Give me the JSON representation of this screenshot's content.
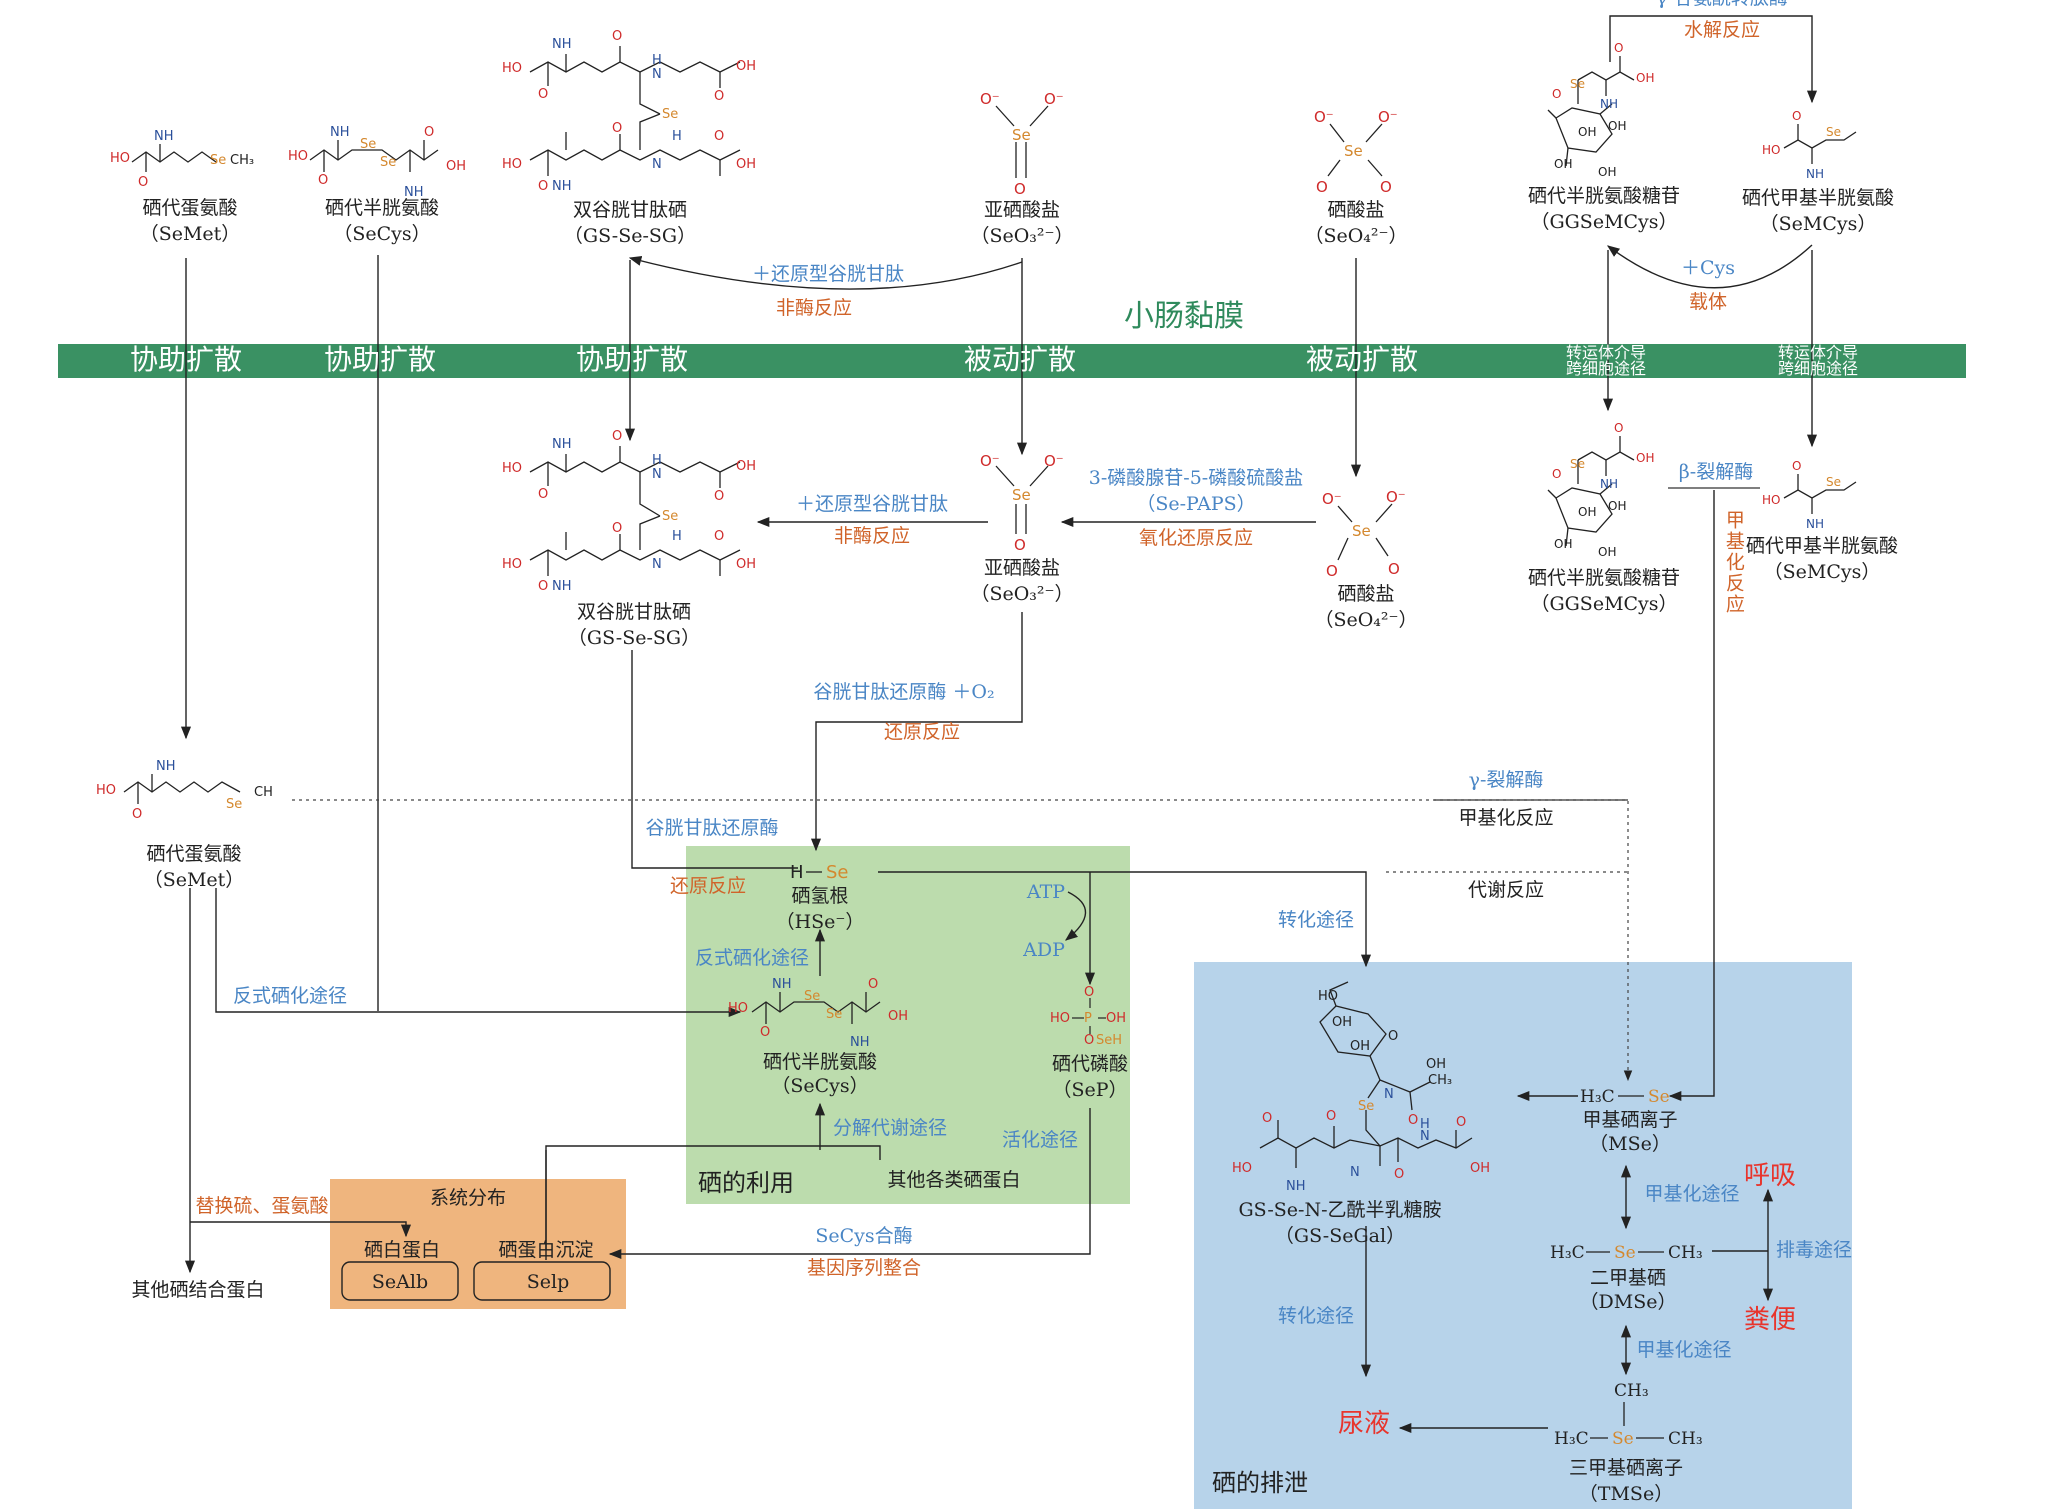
{
  "colors": {
    "band": "#3a9163",
    "utilization_box": "#bcdcad",
    "excretion_box": "#b7d3ea",
    "distribution_box": "#efb57e",
    "blue_text": "#4a86c5",
    "orange_text": "#d0642a",
    "red_text": "#e8342c",
    "selenium": "#d4882e"
  },
  "top": {
    "semet_name": "硒代蛋氨酸",
    "semet_abbr": "（SeMet）",
    "secys_name": "硒代半胱氨酸",
    "secys_abbr": "（SeCys）",
    "gsseg_name": "双谷胱甘肽硒",
    "gsseg_abbr": "（GS-Se-SG）",
    "selenite_name": "亚硒酸盐",
    "selenite_abbr": "（SeO₃²⁻）",
    "selenate_name": "硒酸盐",
    "selenate_abbr": "（SeO₄²⁻）",
    "gamma_enzyme": "γ-谷氨酰转肽酶",
    "hydrolysis": "水解反应",
    "ggsemcys_name": "硒代半胱氨酸糖苷",
    "ggsemcys_abbr": "（GGSeMCys）",
    "semcys_name": "硒代甲基半胱氨酸",
    "semcys_abbr": "（SeMCys）",
    "plus_gsh": "＋还原型谷胱甘肽",
    "non_enzymatic": "非酶反应",
    "plus_cys": "＋Cys",
    "carrier": "载体"
  },
  "band": {
    "title": "小肠黏膜",
    "facilitated_1": "协助扩散",
    "facilitated_2": "协助扩散",
    "facilitated_3": "协助扩散",
    "passive_1": "被动扩散",
    "passive_2": "被动扩散",
    "transporter_1_line1": "转运体介导",
    "transporter_1_line2": "跨细胞途径",
    "transporter_2_line1": "转运体介导",
    "transporter_2_line2": "跨细胞途径"
  },
  "mid": {
    "gsseg_name": "双谷胱甘肽硒",
    "gsseg_abbr": "（GS-Se-SG）",
    "plus_gsh": "＋还原型谷胱甘肽",
    "non_enzymatic": "非酶反应",
    "selenite_name": "亚硒酸盐",
    "selenite_abbr": "（SeO₃²⁻）",
    "paps": "3-磷酸腺苷-5-磷酸硫酸盐",
    "paps_abbr": "（Se-PAPS）",
    "redox": "氧化还原反应",
    "selenate_name": "硒酸盐",
    "selenate_abbr": "（SeO₄²⁻）",
    "ggsemcys_name": "硒代半胱氨酸糖苷",
    "ggsemcys_abbr": "（GGSeMCys）",
    "beta_lyase": "β-裂解酶",
    "methylation_vertical": "甲基化反应",
    "semcys_name": "硒代甲基半胱氨酸",
    "semcys_abbr": "（SeMCys）",
    "gr_o2": "谷胱甘肽还原酶 ＋O₂",
    "reduction": "还原反应"
  },
  "left": {
    "semet_name": "硒代蛋氨酸",
    "semet_abbr": "（SeMet）",
    "reverse_path": "反式硒化途径",
    "replace": "替换硫、蛋氨酸",
    "other_binding": "其他硒结合蛋白",
    "gamma_lyase": "γ-裂解酶",
    "methylation": "甲基化反应",
    "metabolism": "代谢反应"
  },
  "utilization": {
    "title": "硒的利用",
    "gr": "谷胱甘肽还原酶",
    "reduction": "还原反应",
    "hse_name": "硒氢根",
    "hse_abbr": "（HSe⁻）",
    "reverse_path": "反式硒化途径",
    "secys_name": "硒代半胱氨酸",
    "secys_abbr": "（SeCys）",
    "atp": "ATP",
    "adp": "ADP",
    "sep_name": "硒代磷酸",
    "sep_abbr": "（SeP）",
    "catabolic": "分解代谢途径",
    "activation": "活化途径",
    "other_proteins": "其他各类硒蛋白",
    "transform": "转化途径"
  },
  "distribution": {
    "title": "系统分布",
    "albumin": "硒白蛋白",
    "albumin_abbr": "SeAlb",
    "selenoprotein_p": "硒蛋白沉淀",
    "selenoprotein_abbr": "Selp",
    "secys_synthase": "SeCys合酶",
    "gene_integration": "基因序列整合"
  },
  "excretion": {
    "title": "硒的排泄",
    "gssegal_name": "GS-Se-N-乙酰半乳糖胺",
    "gssegal_abbr": "（GS-SeGal）",
    "transform": "转化途径",
    "urine": "尿液",
    "mse_name": "甲基硒离子",
    "mse_abbr": "（MSe）",
    "methylation_1": "甲基化途径",
    "breath": "呼吸",
    "detox": "排毒途径",
    "feces": "粪便",
    "dmse_name": "二甲基硒",
    "dmse_abbr": "（DMSe）",
    "methylation_2": "甲基化途径",
    "tmse_name": "三甲基硒离子",
    "tmse_abbr": "（TMSe）"
  }
}
